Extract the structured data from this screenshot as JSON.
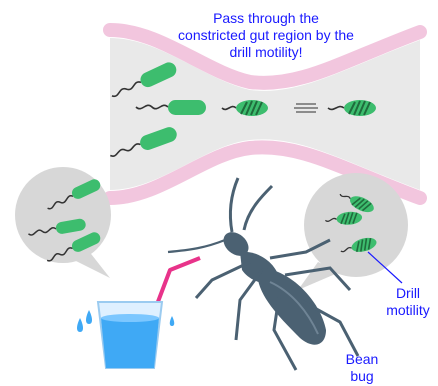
{
  "labels": {
    "title": "Pass through the constricted gut region by the drill motility!",
    "drill": "Drill motility",
    "bean": "Bean bug"
  },
  "colors": {
    "bacterium": "#3dbd6e",
    "bacterium_dark": "#1f6b3c",
    "gut_wall": "#f2c6de",
    "gut_lumen": "#e9e9e9",
    "bubble": "#d7d7d7",
    "bug": "#4b6172",
    "straw": "#e8338a",
    "water": "#3fa9f5",
    "label_text": "#1a1aff"
  },
  "icons": [
    "bacterium-icon",
    "drinking-cup-icon",
    "bean-bug-icon",
    "water-drop-icon"
  ]
}
